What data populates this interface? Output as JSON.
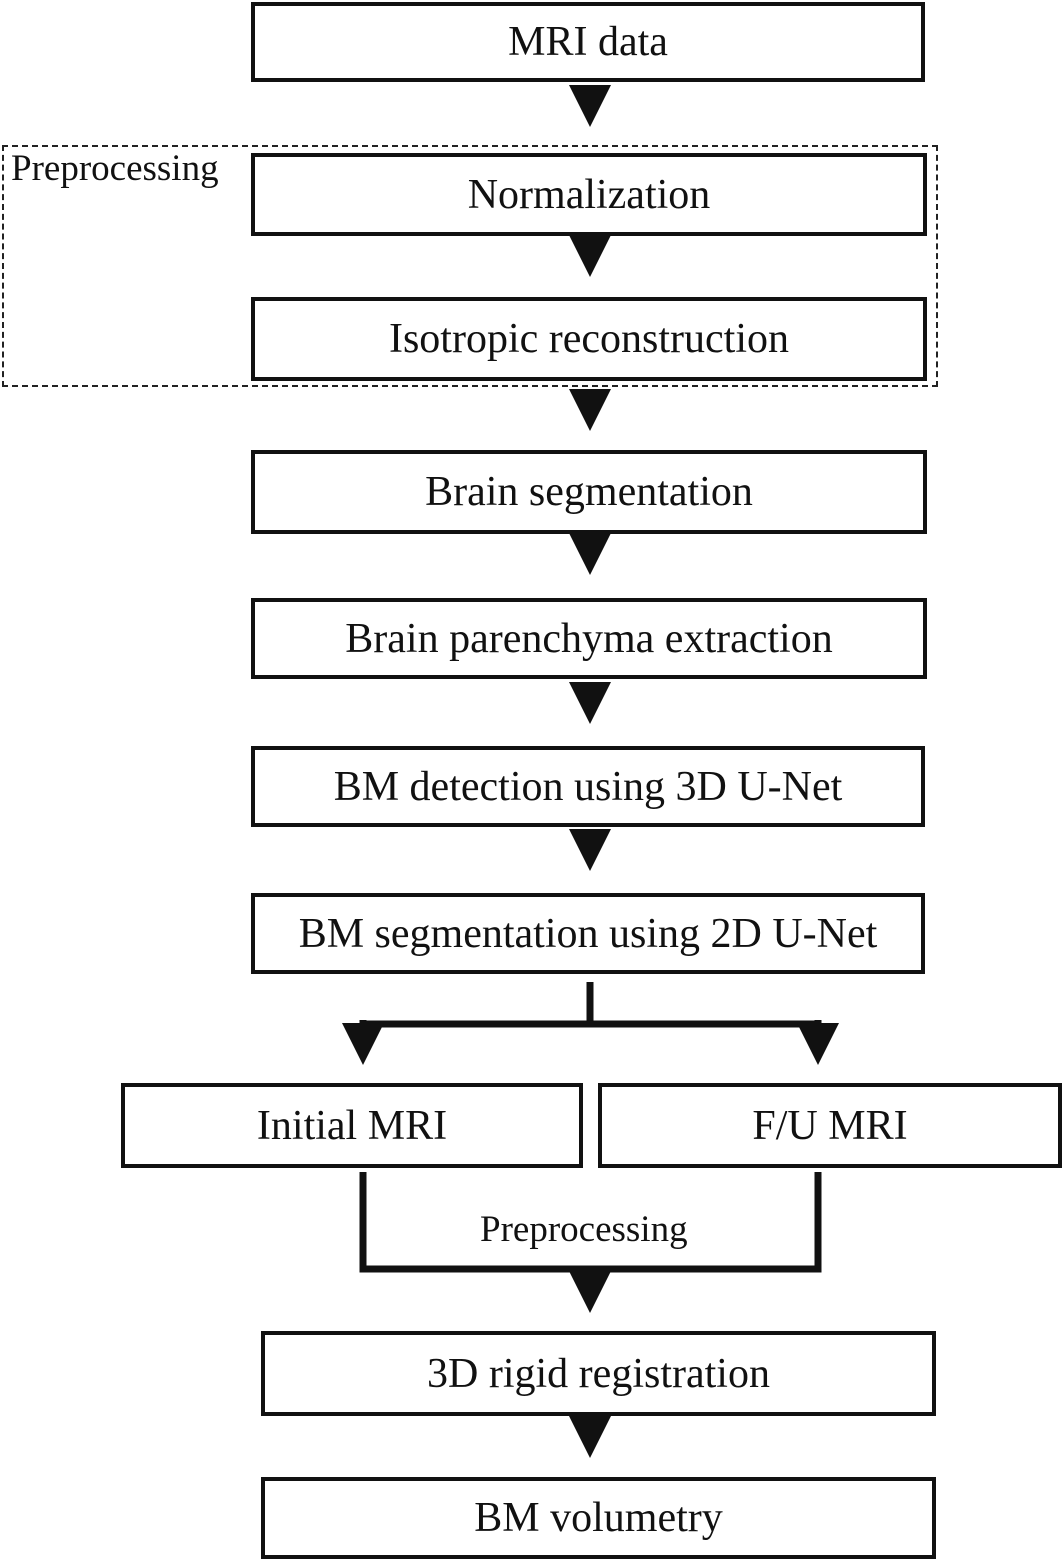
{
  "steps": {
    "mri_data": "MRI data",
    "normalization": "Normalization",
    "isotropic_reconstruction": "Isotropic reconstruction",
    "brain_segmentation": "Brain segmentation",
    "brain_parenchyma_extraction": "Brain parenchyma extraction",
    "bm_detection": "BM detection using 3D U-Net",
    "bm_segmentation": "BM segmentation using 2D U-Net",
    "initial_mri": "Initial MRI",
    "fu_mri": "F/U MRI",
    "rigid_registration": "3D rigid registration",
    "bm_volumetry": "BM volumetry"
  },
  "labels": {
    "preprocessing_group": "Preprocessing",
    "preprocessing_merge": "Preprocessing"
  },
  "colors": {
    "stroke": "#111111",
    "background": "#ffffff"
  }
}
